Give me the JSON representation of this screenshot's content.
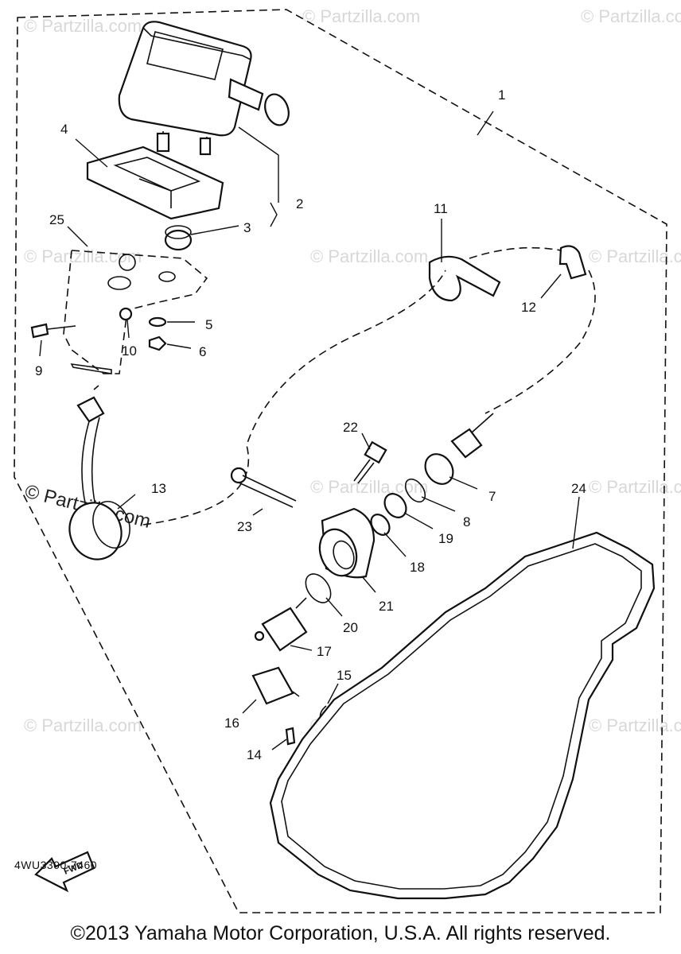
{
  "watermark": {
    "text": "© Partzilla.com"
  },
  "labels": {
    "p1": "1",
    "p2": "2",
    "p3": "3",
    "p4": "4",
    "p5": "5",
    "p6": "6",
    "p7": "7",
    "p8": "8",
    "p9": "9",
    "p10": "10",
    "p11": "11",
    "p12": "12",
    "p13": "13",
    "p14": "14",
    "p15": "15",
    "p16": "16",
    "p17": "17",
    "p18": "18",
    "p19": "19",
    "p20": "20",
    "p21": "21",
    "p22": "22",
    "p23": "23",
    "p24": "24",
    "p25": "25"
  },
  "fwd_label": "FWD",
  "diagram_code": "4WU3300-7460",
  "copyright": "©2013 Yamaha Motor Corporation, U.S.A. All rights reserved."
}
